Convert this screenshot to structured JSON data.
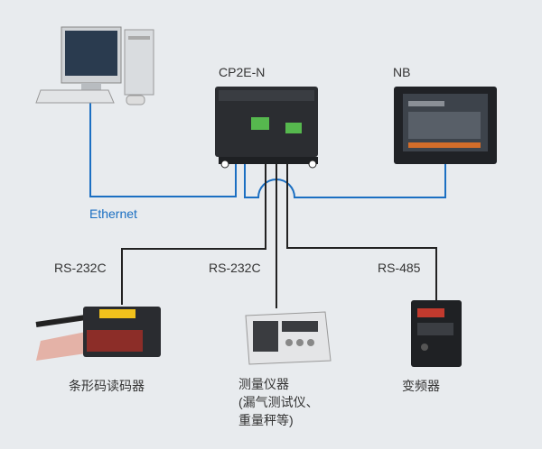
{
  "devices": {
    "plc": {
      "label": "CP2E-N",
      "icon": "plc-controller-icon"
    },
    "hmi": {
      "label": "NB",
      "icon": "touch-panel-icon"
    },
    "pc": {
      "icon": "desktop-computer-icon"
    },
    "barcode": {
      "port": "RS-232C",
      "label": "条形码读码器",
      "icon": "barcode-reader-icon"
    },
    "instrument": {
      "port": "RS-232C",
      "label_lines": [
        "测量仪器",
        "(漏气测试仪、",
        "重量秤等)"
      ],
      "icon": "measuring-instrument-icon"
    },
    "inverter": {
      "port": "RS-485",
      "label": "变频器",
      "icon": "inverter-icon"
    }
  },
  "network": {
    "ethernet_label": "Ethernet"
  },
  "colors": {
    "ethernet": "#1b6fc2",
    "serial": "#222222",
    "background": "#e8ebee"
  }
}
